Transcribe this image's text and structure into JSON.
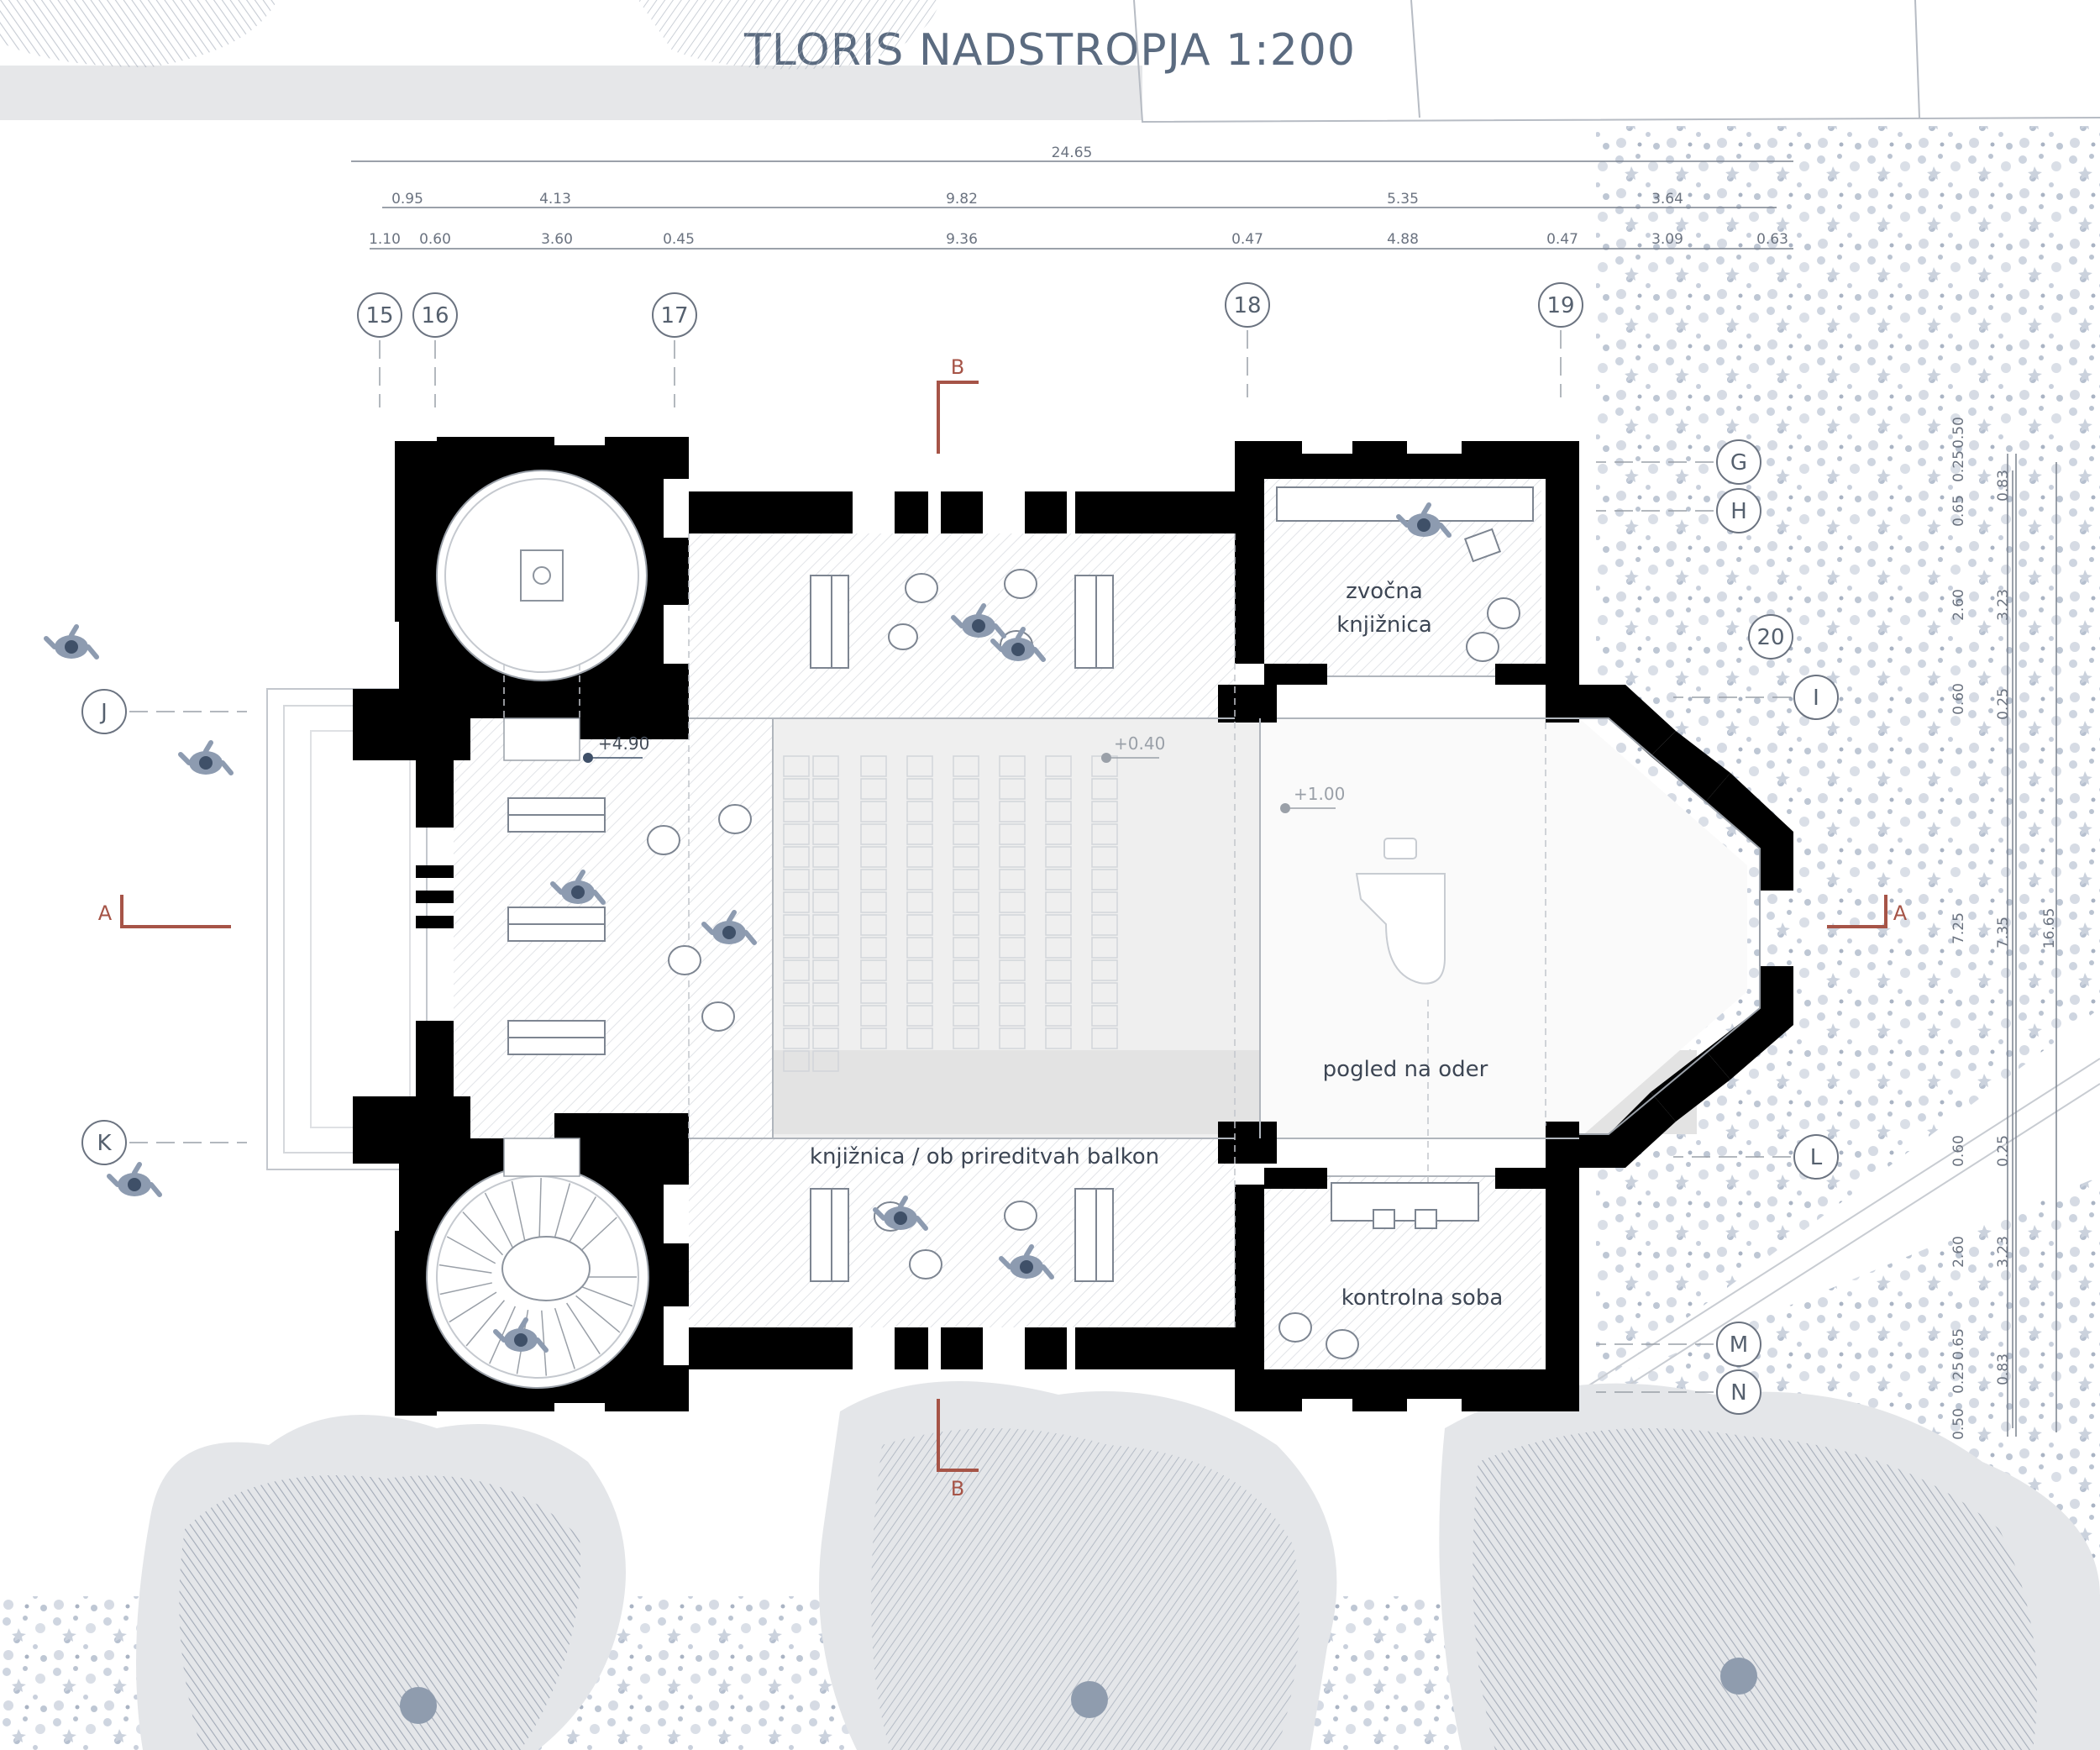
{
  "title": "TLORIS NADSTROPJA 1:200",
  "dimensions": {
    "overall": "24.65",
    "row1": [
      "0.95",
      "4.13",
      "9.82",
      "5.35",
      "3.64"
    ],
    "row2": [
      "1.10",
      "0.60",
      "3.60",
      "0.45",
      "9.36",
      "0.47",
      "4.88",
      "0.47",
      "3.09",
      "0.63"
    ],
    "right_col1": [
      "0.50",
      "0.25",
      "0.65",
      "2.60",
      "0.60",
      "7.25",
      "0.60",
      "2.60",
      "0.65",
      "0.25",
      "0.50"
    ],
    "right_col2": [
      "0.83",
      "3.23",
      "0.25",
      "7.35",
      "0.25",
      "3.23",
      "0.83"
    ],
    "right_col3": "16.65"
  },
  "grid_axes": {
    "vertical": [
      "15",
      "16",
      "17",
      "18",
      "19",
      "20"
    ],
    "horizontal": [
      "G",
      "H",
      "I",
      "J",
      "K",
      "L",
      "M",
      "N"
    ]
  },
  "sections": {
    "a": "A",
    "b": "B"
  },
  "rooms": {
    "sound_library_line1": "zvočna",
    "sound_library_line2": "knjižnica",
    "stage_view": "pogled na oder",
    "library_balcony": "knjižnica / ob prireditvah balkon",
    "control_room": "kontrolna soba"
  },
  "levels": {
    "upper": "+4.90",
    "hall": "+0.40",
    "stage": "+1.00"
  },
  "colors": {
    "wall": "#000000",
    "title": "#5b6b80",
    "section_marker": "#a65447",
    "dots": "#9aa6b8"
  }
}
